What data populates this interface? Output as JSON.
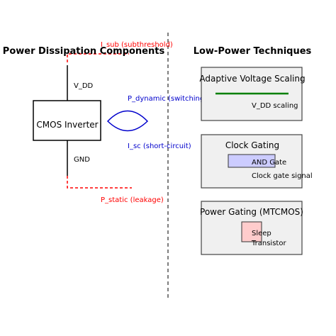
{
  "left_panel": {
    "title": "Power Dissipation Components",
    "block_label": "CMOS Inverter",
    "vdd_label": "V_DD",
    "gnd_label": "GND",
    "i_sub_label": "I_sub (subthreshold)",
    "p_dynamic_label": "P_dynamic (switching)",
    "i_sc_label": "I_sc (short-circuit)",
    "p_static_label": "P_static (leakage)"
  },
  "right_panel": {
    "title": "Low-Power Techniques",
    "techniques": [
      {
        "title": "Adaptive Voltage Scaling",
        "detail": "V_DD scaling"
      },
      {
        "title": "Clock Gating",
        "inner_label": "AND Gate",
        "detail": "Clock gate signal"
      },
      {
        "title": "Power Gating (MTCMOS)",
        "detail_line1": "Sleep",
        "detail_line2": "Transistor"
      }
    ]
  },
  "colors": {
    "red": "#ff0000",
    "blue": "#0000cc",
    "green": "#008000",
    "box_fill": "#f0f0f0",
    "gate_fill": "#ccccff",
    "sleep_fill": "#ffcccc"
  }
}
